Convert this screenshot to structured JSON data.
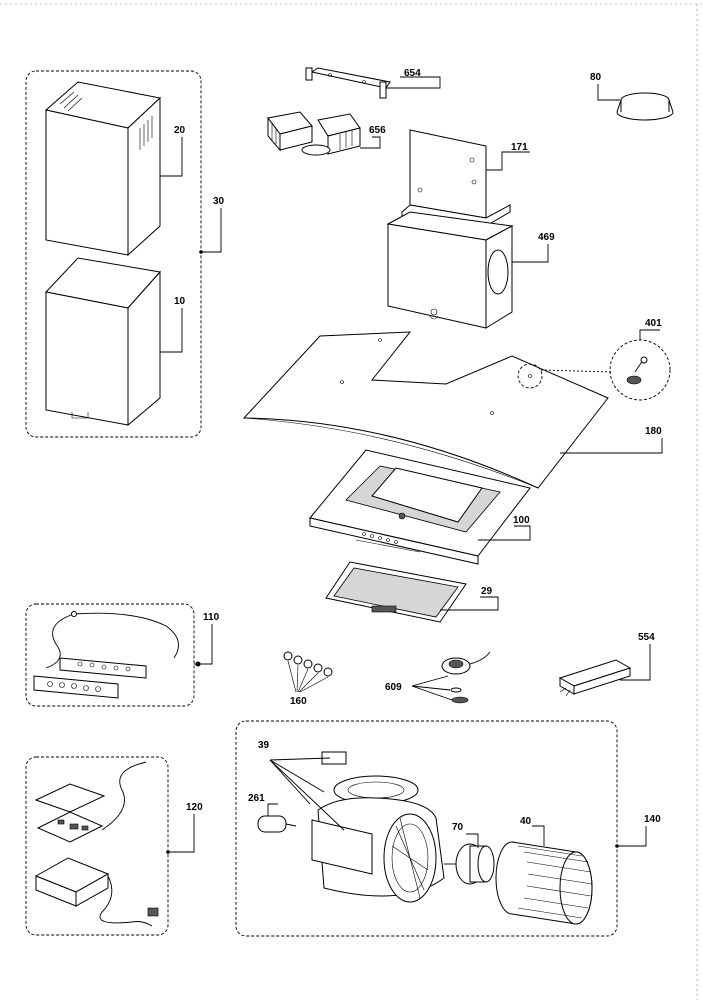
{
  "diagram": {
    "labels": {
      "p654": "654",
      "p80": "80",
      "p656": "656",
      "p20": "20",
      "p171": "171",
      "p30": "30",
      "p469": "469",
      "p10": "10",
      "p401": "401",
      "p180": "180",
      "p100": "100",
      "p29": "29",
      "p110": "110",
      "p554": "554",
      "p160": "160",
      "p609": "609",
      "p39": "39",
      "p261": "261",
      "p70": "70",
      "p40": "40",
      "p140": "140",
      "p120": "120"
    }
  }
}
